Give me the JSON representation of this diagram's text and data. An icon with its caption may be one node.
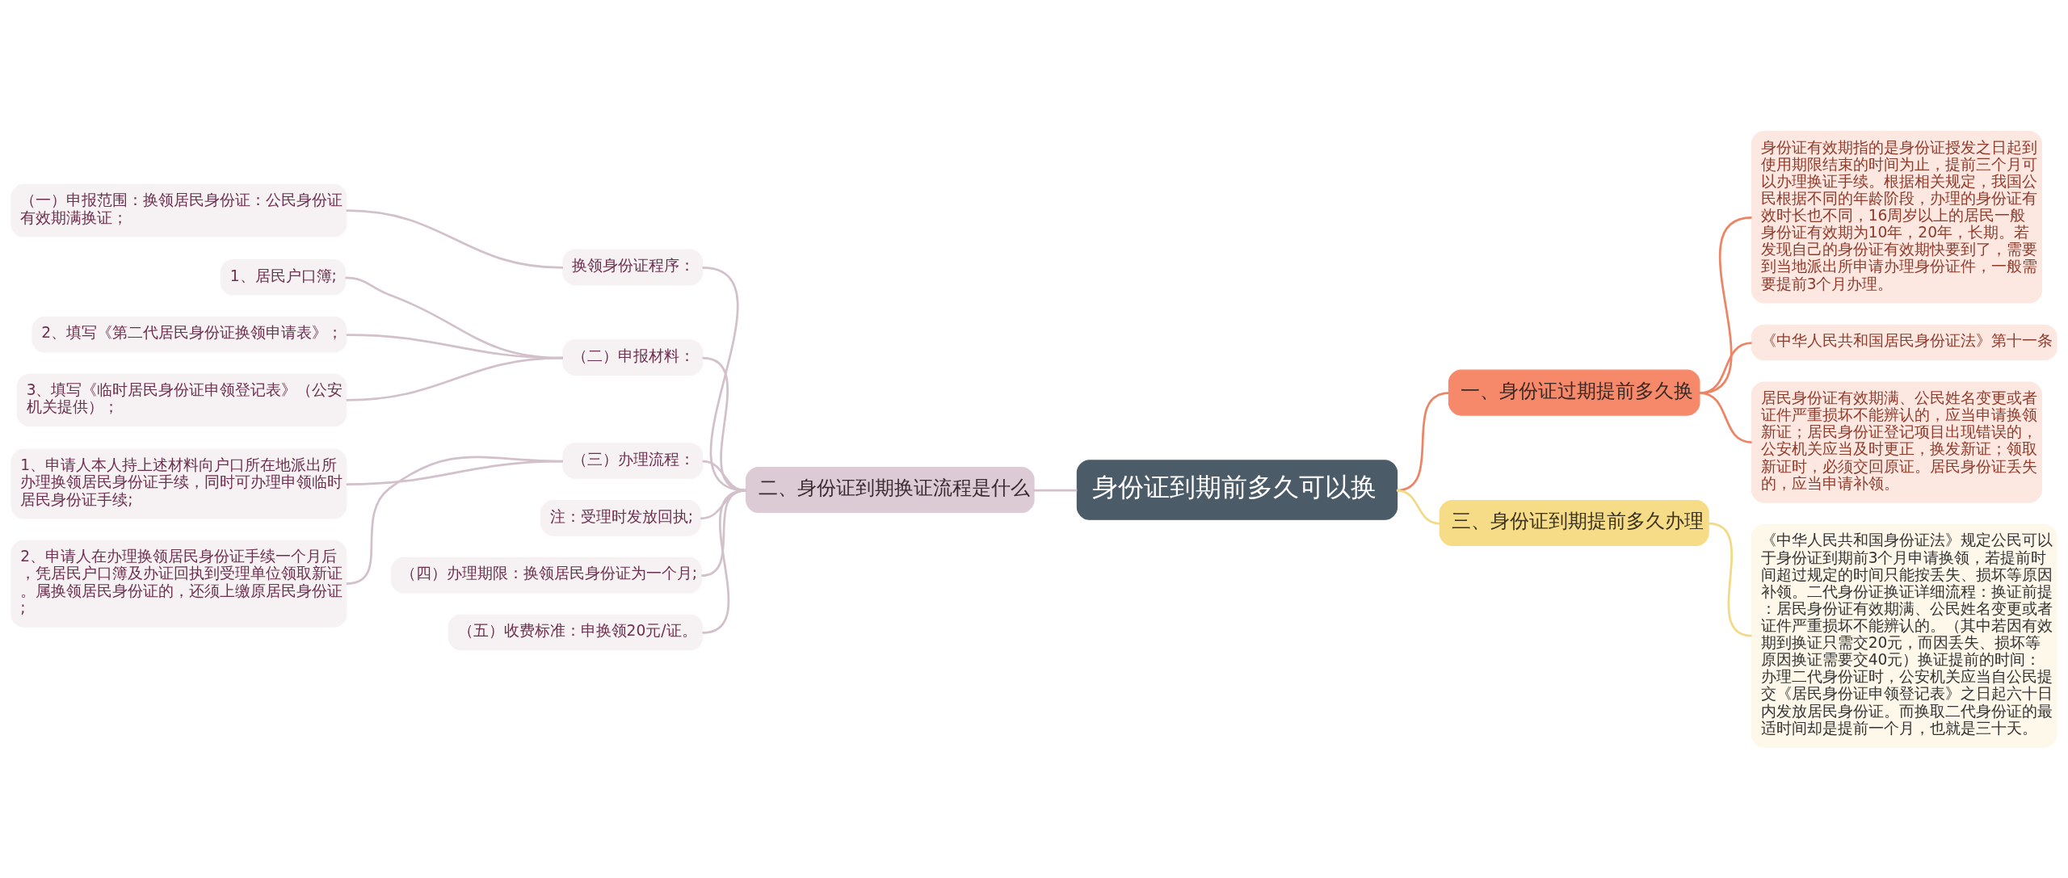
{
  "diagram": {
    "nodes": [
      {
        "text": [
          "身份证到期前多久可以换"
        ]
      },
      {
        "text": [
          "一、身份证过期提前多久换"
        ]
      },
      {
        "text": [
          "身份证有效期指的是身份证授发之日起到使用期限结束的时间为止，提前三个月可以办理换证手续。根据相关规定，我国公民根据不同的年龄阶段，办理的身份证有效时长也不同，16周岁以上的居民一般身份证有效期为10年，20年，长期。若发现自己的身份证有效期快要到了，需要到当地派出所申请办理身份证件，一般需要提前3个月办理。"
        ]
      },
      {
        "text": [
          "《中华人民共和国居民身份证法》第十一条"
        ]
      },
      {
        "text": [
          "居民身份证有效期满、公民姓名变更或者证件严重损坏不能辨认的，应当申请换领新证；居民身份证登记项目出现错误的，公安机关应当及时更正，换发新证；领取新证时，必须交回原证。居民身份证丢失的，应当申请补领。"
        ]
      },
      {
        "text": [
          "二、身份证到期换证流程是什么"
        ]
      },
      {
        "text": [
          "换领身份证程序："
        ]
      },
      {
        "text": [
          "（一）申报范围：换领居民身份证：公民身份证有效期满换证；"
        ]
      },
      {
        "text": [
          "（二）申报材料："
        ]
      },
      {
        "text": [
          "1、居民户口簿;"
        ]
      },
      {
        "text": [
          "2、填写《第二代居民身份证换领申请表》；"
        ]
      },
      {
        "text": [
          "3、填写《临时居民身份证申领登记表》（公安机关提供）；"
        ]
      },
      {
        "text": [
          "（三）办理流程："
        ]
      },
      {
        "text": [
          "1、申请人本人持上述材料向户口所在地派出所办理换领居民身份证手续，同时可办理申领临时居民身份证手续;"
        ]
      },
      {
        "text": [
          "2、申请人在办理换领居民身份证手续一个月后，凭居民户口簿及办证回执到受理单位领取新证。属换领居民身份证的，还须上缴原居民身份证;"
        ]
      },
      {
        "text": [
          "注：受理时发放回执;"
        ]
      },
      {
        "text": [
          "（四）办理期限：换领居民身份证为一个月;"
        ]
      },
      {
        "text": [
          "（五）收费标准：申换领20元/证。"
        ]
      },
      {
        "text": [
          "三、身份证到期提前多久办理"
        ]
      },
      {
        "text": [
          "《中华人民共和国身份证法》规定公民可以于身份证到期前3个月申请换领，若提前时间超过规定的时间只能按丢失、损坏等原因补领。二代身份证换证详细流程：换证前提：居民身份证有效期满、公民姓名变更或者证件严重损坏不能辨认的。（其中若因有效期到换证只需交20元，而因丢失、损坏等原因换证需要交40元）换证提前的时间：办理二代身份证时，公安机关应当自公民提交《居民身份证申领登记表》之日起六十日内发放居民身份证。而换取二代身份证的最适时间却是提前一个月，也就是三十天。"
        ]
      }
    ],
    "edges": [
      {
        "from": 0,
        "to": 1,
        "arrow": "none",
        "color": "#ec8466"
      },
      {
        "from": 1,
        "to": 2,
        "arrow": "none",
        "color": "#ec8466"
      },
      {
        "from": 1,
        "to": 3,
        "arrow": "none",
        "color": "#ec8466"
      },
      {
        "from": 1,
        "to": 4,
        "arrow": "none",
        "color": "#ec8466"
      },
      {
        "from": 0,
        "to": 5,
        "arrow": "none"
      },
      {
        "from": 5,
        "to": 6,
        "arrow": "none"
      },
      {
        "from": 6,
        "to": 7,
        "arrow": "none"
      },
      {
        "from": 5,
        "to": 8,
        "arrow": "none"
      },
      {
        "from": 8,
        "to": 9,
        "arrow": "none"
      },
      {
        "from": 8,
        "to": 10,
        "arrow": "none"
      },
      {
        "from": 8,
        "to": 11,
        "arrow": "none"
      },
      {
        "from": 5,
        "to": 12,
        "arrow": "none"
      },
      {
        "from": 12,
        "to": 13,
        "arrow": "none"
      },
      {
        "from": 12,
        "to": 14,
        "arrow": "none"
      },
      {
        "from": 5,
        "to": 15,
        "arrow": "none"
      },
      {
        "from": 5,
        "to": 16,
        "arrow": "none"
      },
      {
        "from": 5,
        "to": 17,
        "arrow": "none"
      },
      {
        "from": 0,
        "to": 18,
        "arrow": "none",
        "color": "#f2da85"
      },
      {
        "from": 18,
        "to": 19,
        "arrow": "none",
        "color": "#f2da85"
      }
    ]
  }
}
